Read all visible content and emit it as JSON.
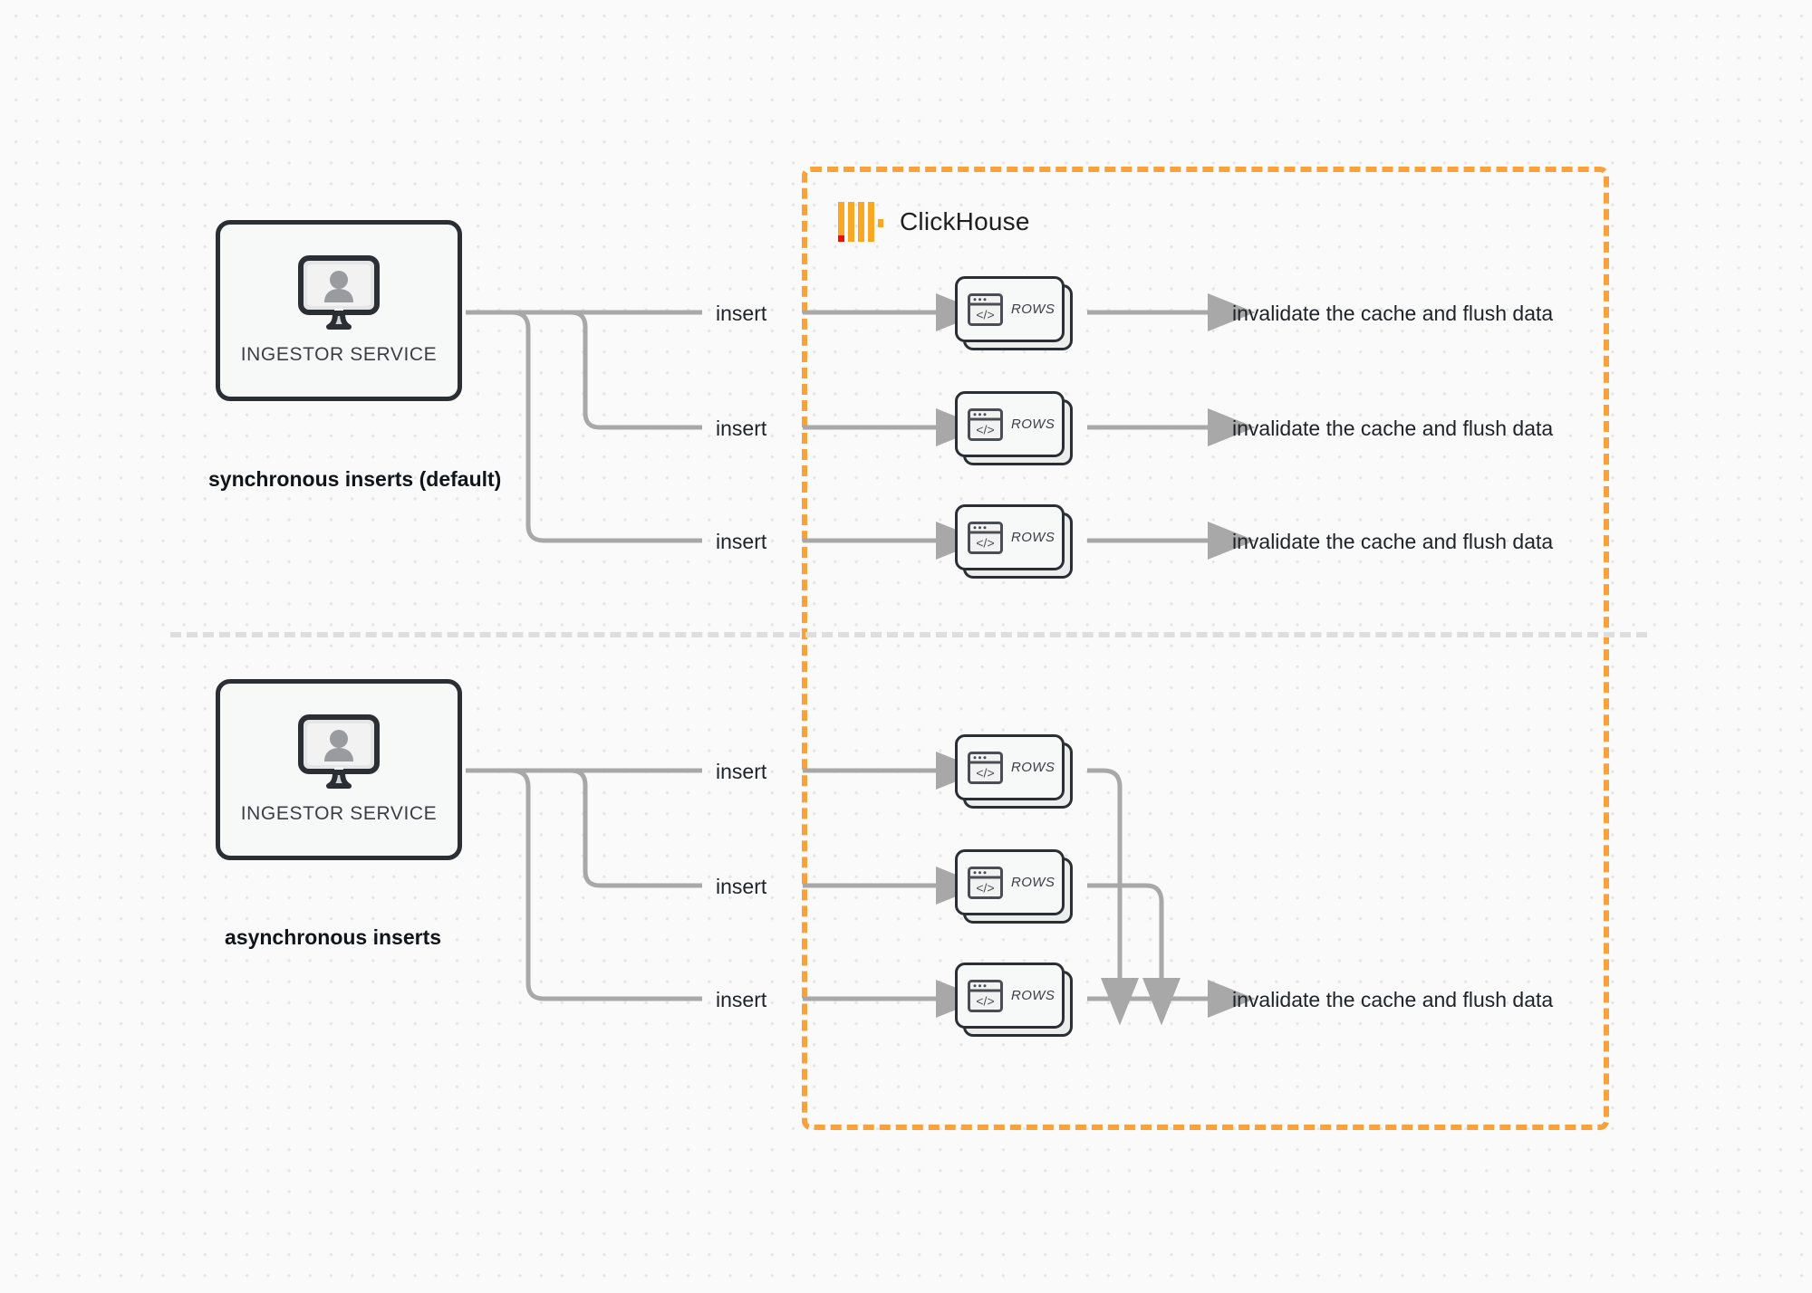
{
  "diagram": {
    "title": "ClickHouse synchronous vs asynchronous inserts",
    "background_color": "#fafafa",
    "accent_color": "#f9a13a",
    "connector_color": "#aaaaaa",
    "node_border_color": "#2b2f33"
  },
  "clickhouse_boundary": {
    "brand_label": "ClickHouse",
    "logo_name": "clickhouse-logo",
    "border_style": "dashed",
    "border_color": "#f9a13a"
  },
  "sections": [
    {
      "id": "synchronous",
      "caption": "synchronous inserts (default)",
      "service": {
        "label": "INGESTOR SERVICE",
        "icon": "monitor-user-icon"
      },
      "rows": [
        {
          "insert_label": "insert",
          "card_label": "ROWS",
          "card_icon": "code-window-icon",
          "result_label": "invalidate the cache and flush data"
        },
        {
          "insert_label": "insert",
          "card_label": "ROWS",
          "card_icon": "code-window-icon",
          "result_label": "invalidate the cache and flush data"
        },
        {
          "insert_label": "insert",
          "card_label": "ROWS",
          "card_icon": "code-window-icon",
          "result_label": "invalidate the cache and flush data"
        }
      ]
    },
    {
      "id": "asynchronous",
      "caption": "asynchronous inserts",
      "service": {
        "label": "INGESTOR SERVICE",
        "icon": "monitor-user-icon"
      },
      "rows": [
        {
          "insert_label": "insert",
          "card_label": "ROWS",
          "card_icon": "code-window-icon",
          "result_label": ""
        },
        {
          "insert_label": "insert",
          "card_label": "ROWS",
          "card_icon": "code-window-icon",
          "result_label": ""
        },
        {
          "insert_label": "insert",
          "card_label": "ROWS",
          "card_icon": "code-window-icon",
          "result_label": "invalidate the cache and flush data"
        }
      ],
      "merged_result_label": "invalidate the cache and flush data"
    }
  ]
}
